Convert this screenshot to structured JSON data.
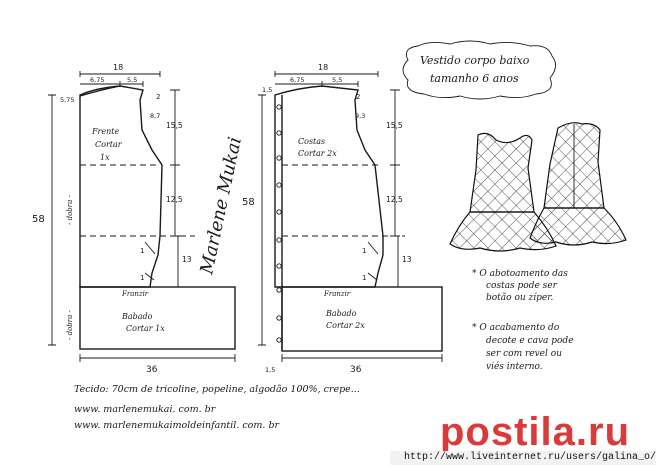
{
  "title": {
    "line1": "Vestido corpo baixo",
    "line2": "tamanho 6 anos"
  },
  "front": {
    "label_line1": "Frente",
    "label_line2": "Cortar",
    "label_line3": "1x",
    "fold_label": "- dobra -",
    "width_top": "18",
    "neck": "6,75",
    "shoulder": "5,5",
    "dim_right_top": "2",
    "dim_575": "5,75",
    "dim_armhole": "8,7",
    "dim_155": "15,5",
    "dim_125": "12,5",
    "dim_13": "13",
    "dim_1a": "1",
    "dim_1b": "1",
    "height": "58"
  },
  "back": {
    "label_line1": "Costas",
    "label_line2": "Cortar 2x",
    "width_top": "18",
    "neck": "6,75",
    "shoulder": "5,5",
    "dim_right_top": "2",
    "dim_15a": "1,5",
    "dim_armhole": "9,3",
    "dim_155": "15,5",
    "dim_125": "12,5",
    "dim_13": "13",
    "dim_1a": "1",
    "dim_1b": "1",
    "dim_15b": "1,5",
    "height": "58"
  },
  "ruffle_front": {
    "gather": "Franzir",
    "label_line1": "Babado",
    "label_line2": "Cortar 1x",
    "fold_label": "- dobra -",
    "width": "36"
  },
  "ruffle_back": {
    "gather": "Franzir",
    "label_line1": "Babado",
    "label_line2": "Cortar 2x",
    "width": "36"
  },
  "signature": "Marlene Mukai",
  "notes": {
    "n1_line1": "* O abotoamento das",
    "n1_line2": "costas pode ser",
    "n1_line3": "botão ou zíper.",
    "n2_line1": "* O acabamento do",
    "n2_line2": "decote e cava pode",
    "n2_line3": "ser com revel ou",
    "n2_line4": "viés interno."
  },
  "fabric": "Tecido: 70cm de tricoline, popeline, algodão 100%, crepe...",
  "site1": "www. marlenemukai. com. br",
  "site2": "www. marlenemukaimoldeinfantil. com. br",
  "watermark": {
    "logo": "postila.ru",
    "url": "http://www.liveinternet.ru/users/galina_o/"
  }
}
